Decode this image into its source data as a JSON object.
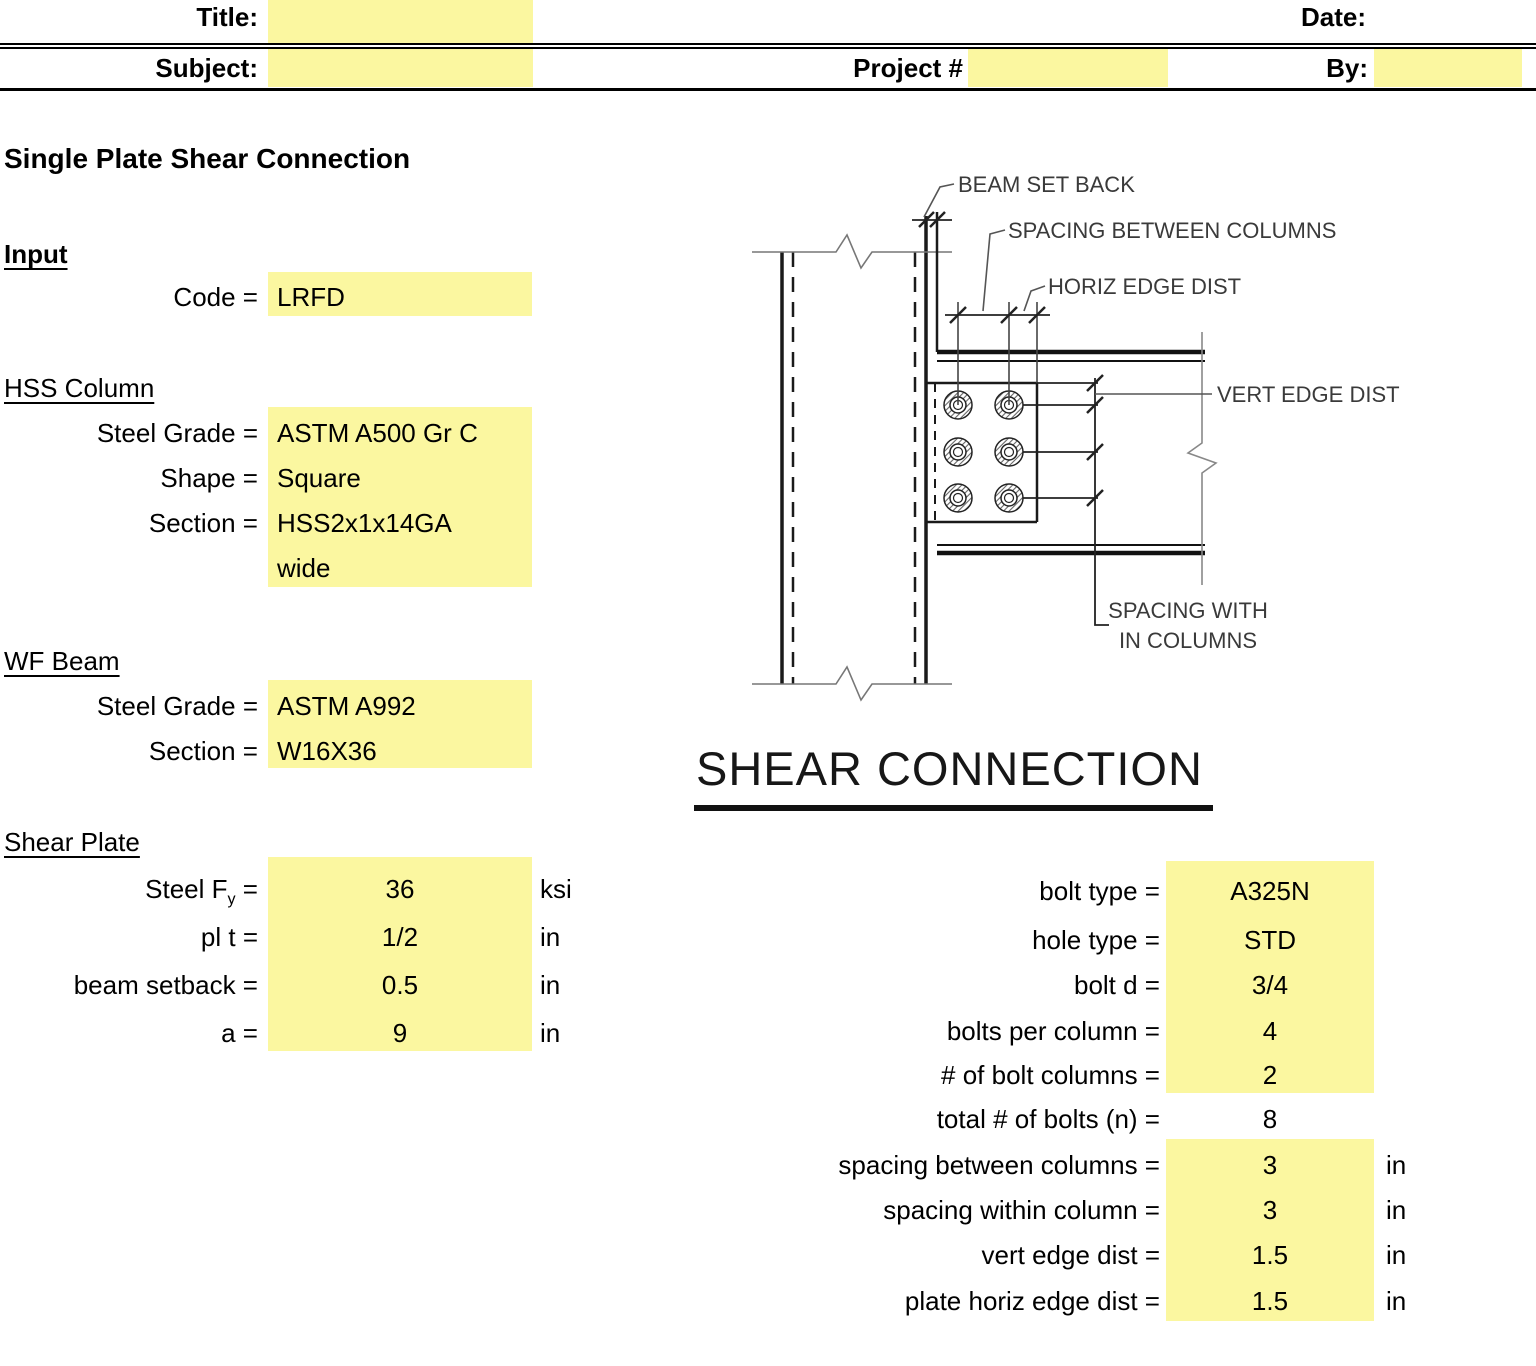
{
  "colors": {
    "highlight": "#FBF7A0",
    "line": "#000000",
    "drawing_label": "#3a3a3a"
  },
  "header": {
    "title_label": "Title:",
    "title_value": "",
    "date_label": "Date:",
    "date_value": "",
    "subject_label": "Subject:",
    "subject_value": "",
    "project_label": "Project #",
    "project_value": "",
    "by_label": "By:",
    "by_value": ""
  },
  "main": {
    "heading": "Single Plate Shear Connection"
  },
  "input_section": {
    "heading": "Input",
    "code_label": "Code =",
    "code_value": "LRFD"
  },
  "hss_section": {
    "heading": "HSS Column",
    "grade_label": "Steel Grade =",
    "grade_value": "ASTM A500 Gr C",
    "shape_label": "Shape =",
    "shape_value": "Square",
    "section_label": "Section =",
    "section_value": "HSS2x1x14GA",
    "section_value_line2": "wide"
  },
  "wf_section": {
    "heading": "WF Beam",
    "grade_label": "Steel Grade =",
    "grade_value": "ASTM A992",
    "section_label": "Section =",
    "section_value": "W16X36"
  },
  "shear_plate": {
    "heading": "Shear Plate",
    "rows": [
      {
        "label_pre": "Steel F",
        "label_sub": "y",
        "label_post": " =",
        "value": "36",
        "unit": "ksi"
      },
      {
        "label": "pl t =",
        "value": "1/2",
        "unit": "in"
      },
      {
        "label": "beam setback =",
        "value": "0.5",
        "unit": "in"
      },
      {
        "label": "a =",
        "value": "9",
        "unit": "in"
      }
    ]
  },
  "bolt_section": {
    "rows": [
      {
        "label": "bolt type =",
        "value": "A325N",
        "unit": ""
      },
      {
        "label": "hole type =",
        "value": "STD",
        "unit": ""
      },
      {
        "label": "bolt d =",
        "value": "3/4",
        "unit": ""
      },
      {
        "label": "bolts per column =",
        "value": "4",
        "unit": ""
      },
      {
        "label": "# of bolt columns =",
        "value": "2",
        "unit": ""
      },
      {
        "label": "total # of bolts (n) =",
        "value": "8",
        "unit": ""
      },
      {
        "label": "spacing between columns =",
        "value": "3",
        "unit": "in"
      },
      {
        "label": "spacing within column =",
        "value": "3",
        "unit": "in"
      },
      {
        "label": "vert edge dist =",
        "value": "1.5",
        "unit": "in"
      },
      {
        "label": "plate horiz edge dist =",
        "value": "1.5",
        "unit": "in"
      }
    ]
  },
  "drawing": {
    "labels": {
      "beam_set_back": "BEAM SET BACK",
      "spacing_between_columns": "SPACING BETWEEN COLUMNS",
      "horiz_edge_dist": "HORIZ EDGE DIST",
      "vert_edge_dist": "VERT EDGE DIST",
      "spacing_within_line1": "SPACING WITH",
      "spacing_within_line2": "IN COLUMNS"
    },
    "caption": "SHEAR CONNECTION"
  }
}
